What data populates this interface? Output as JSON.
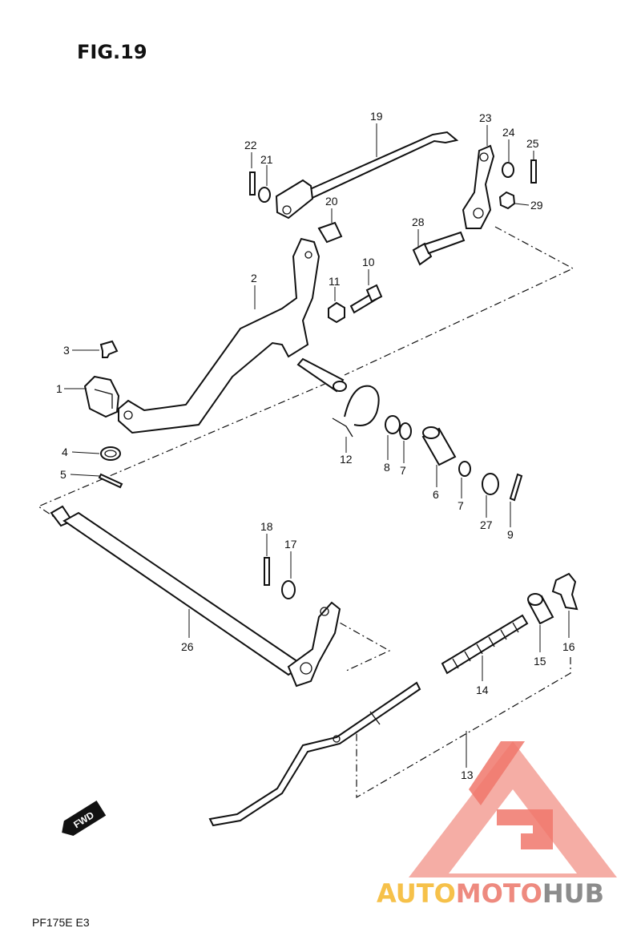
{
  "figure_title": "FIG.19",
  "footer_code": "PF175E E3",
  "fwd_label": "FWD",
  "watermark": {
    "brand_parts": [
      "AUTO",
      "MOTO",
      "HUB"
    ],
    "colors": {
      "auto": "#f6c14a",
      "moto": "#ee8a7f",
      "hub": "#8c8c8c",
      "logo": "#f0776b"
    }
  },
  "callouts": [
    "22",
    "21",
    "19",
    "20",
    "23",
    "24",
    "25",
    "29",
    "28",
    "2",
    "11",
    "10",
    "3",
    "1",
    "12",
    "8",
    "7",
    "6",
    "7",
    "27",
    "9",
    "4",
    "5",
    "18",
    "17",
    "26",
    "16",
    "15",
    "14",
    "13"
  ]
}
